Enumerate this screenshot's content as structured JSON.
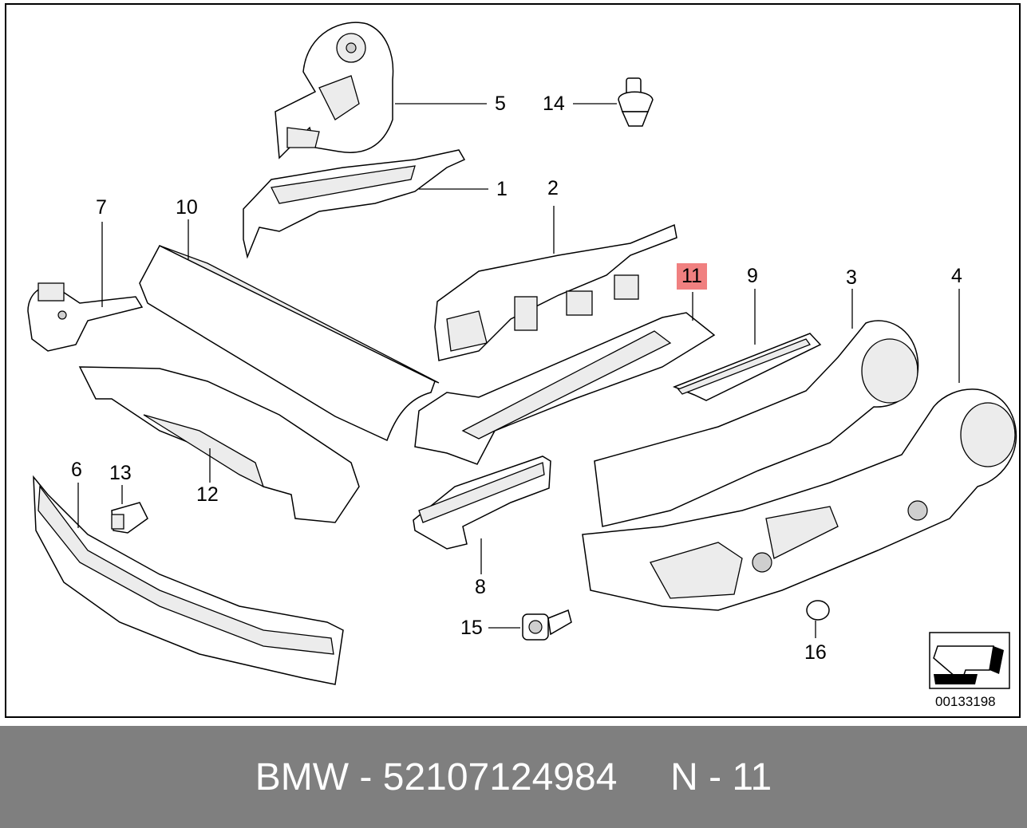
{
  "diagram": {
    "callouts": [
      {
        "id": "5",
        "label": "5"
      },
      {
        "id": "14",
        "label": "14"
      },
      {
        "id": "1",
        "label": "1"
      },
      {
        "id": "2",
        "label": "2"
      },
      {
        "id": "7",
        "label": "7"
      },
      {
        "id": "10",
        "label": "10"
      },
      {
        "id": "11",
        "label": "11",
        "highlighted": true
      },
      {
        "id": "9",
        "label": "9"
      },
      {
        "id": "3",
        "label": "3"
      },
      {
        "id": "4",
        "label": "4"
      },
      {
        "id": "6",
        "label": "6"
      },
      {
        "id": "13",
        "label": "13"
      },
      {
        "id": "12",
        "label": "12"
      },
      {
        "id": "8",
        "label": "8"
      },
      {
        "id": "15",
        "label": "15"
      },
      {
        "id": "16",
        "label": "16"
      }
    ],
    "highlight_color": "#f08080",
    "diagram_number": "00133198"
  },
  "footer": {
    "text": "BMW - 52107124984     N - 11",
    "background_color": "#7f7f7f",
    "text_color": "#ffffff"
  }
}
